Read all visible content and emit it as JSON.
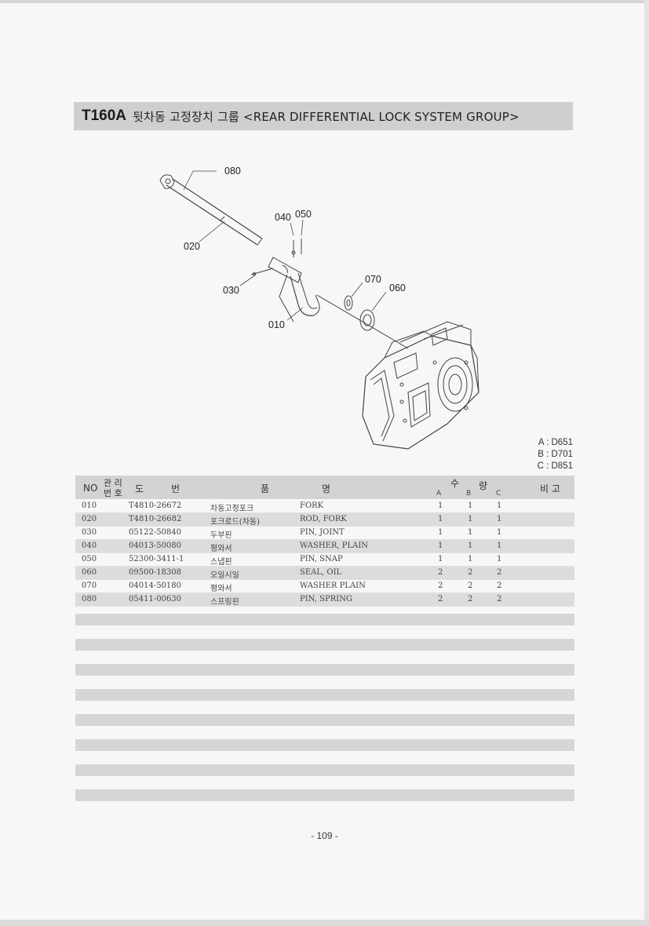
{
  "header": {
    "code": "T160A",
    "title": "뒷차동 고정장치 그룹 <REAR DIFFERENTIAL LOCK SYSTEM   GROUP>"
  },
  "diagram": {
    "callouts": [
      "080",
      "040",
      "050",
      "020",
      "030",
      "070",
      "060",
      "010"
    ]
  },
  "models": [
    "A : D651",
    "B : D701",
    "C : D851"
  ],
  "table": {
    "headers": {
      "no": "NO",
      "mgmt_top": "관 리",
      "mgmt_bottom": "번 호",
      "drawing_1": "도",
      "drawing_2": "번",
      "name_1": "품",
      "name_2": "명",
      "qty_1": "수",
      "qty_2": "량",
      "col_a": "A",
      "col_b": "B",
      "col_c": "C",
      "remarks": "비 고"
    },
    "rows": [
      {
        "no": "010",
        "part": "T4810-26672",
        "kor": "차동고정포크",
        "eng": "FORK",
        "a": "1",
        "b": "1",
        "c": "1"
      },
      {
        "no": "020",
        "part": "T4810-26682",
        "kor": "포크로드(차동)",
        "eng": "ROD, FORK",
        "a": "1",
        "b": "1",
        "c": "1"
      },
      {
        "no": "030",
        "part": "05122-50840",
        "kor": "두부핀",
        "eng": "PIN, JOINT",
        "a": "1",
        "b": "1",
        "c": "1"
      },
      {
        "no": "040",
        "part": "04013-50080",
        "kor": "평와서",
        "eng": "WASHER, PLAIN",
        "a": "1",
        "b": "1",
        "c": "1"
      },
      {
        "no": "050",
        "part": "52300-3411-1",
        "kor": "스냅핀",
        "eng": "PIN, SNAP",
        "a": "1",
        "b": "1",
        "c": "1"
      },
      {
        "no": "060",
        "part": "09500-18308",
        "kor": "오일시일",
        "eng": "SEAL, OIL",
        "a": "2",
        "b": "2",
        "c": "2"
      },
      {
        "no": "070",
        "part": "04014-50180",
        "kor": "평와서",
        "eng": "WASHER PLAIN",
        "a": "2",
        "b": "2",
        "c": "2"
      },
      {
        "no": "080",
        "part": "05411-00630",
        "kor": "스프링핀",
        "eng": "PIN, SPRING",
        "a": "2",
        "b": "2",
        "c": "2"
      }
    ]
  },
  "page_number": "- 109 -"
}
